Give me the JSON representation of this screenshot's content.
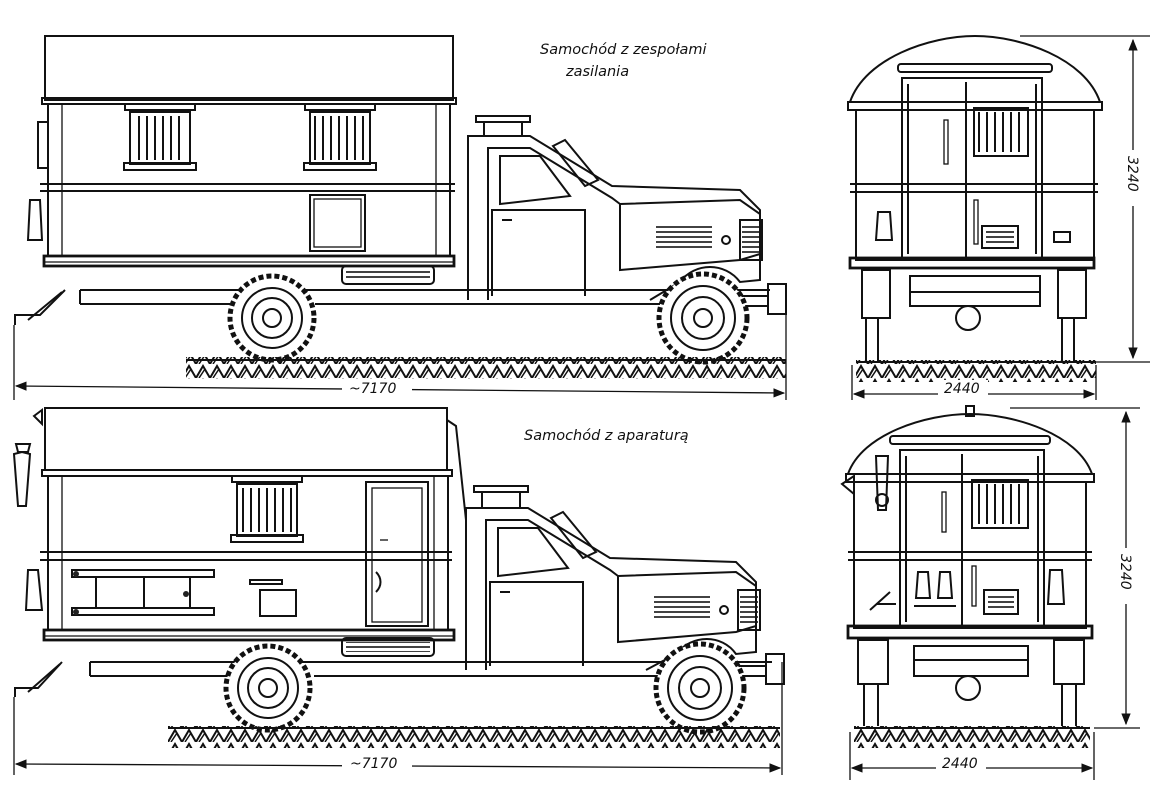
{
  "top_vehicle": {
    "title_line1": "Samochód z zespołami",
    "title_line2": "zasilania",
    "length": "~7170",
    "width": "2440",
    "height": "3240"
  },
  "bottom_vehicle": {
    "title": "Samochód z aparaturą",
    "length": "~7170",
    "width": "2440",
    "height": "3240"
  }
}
